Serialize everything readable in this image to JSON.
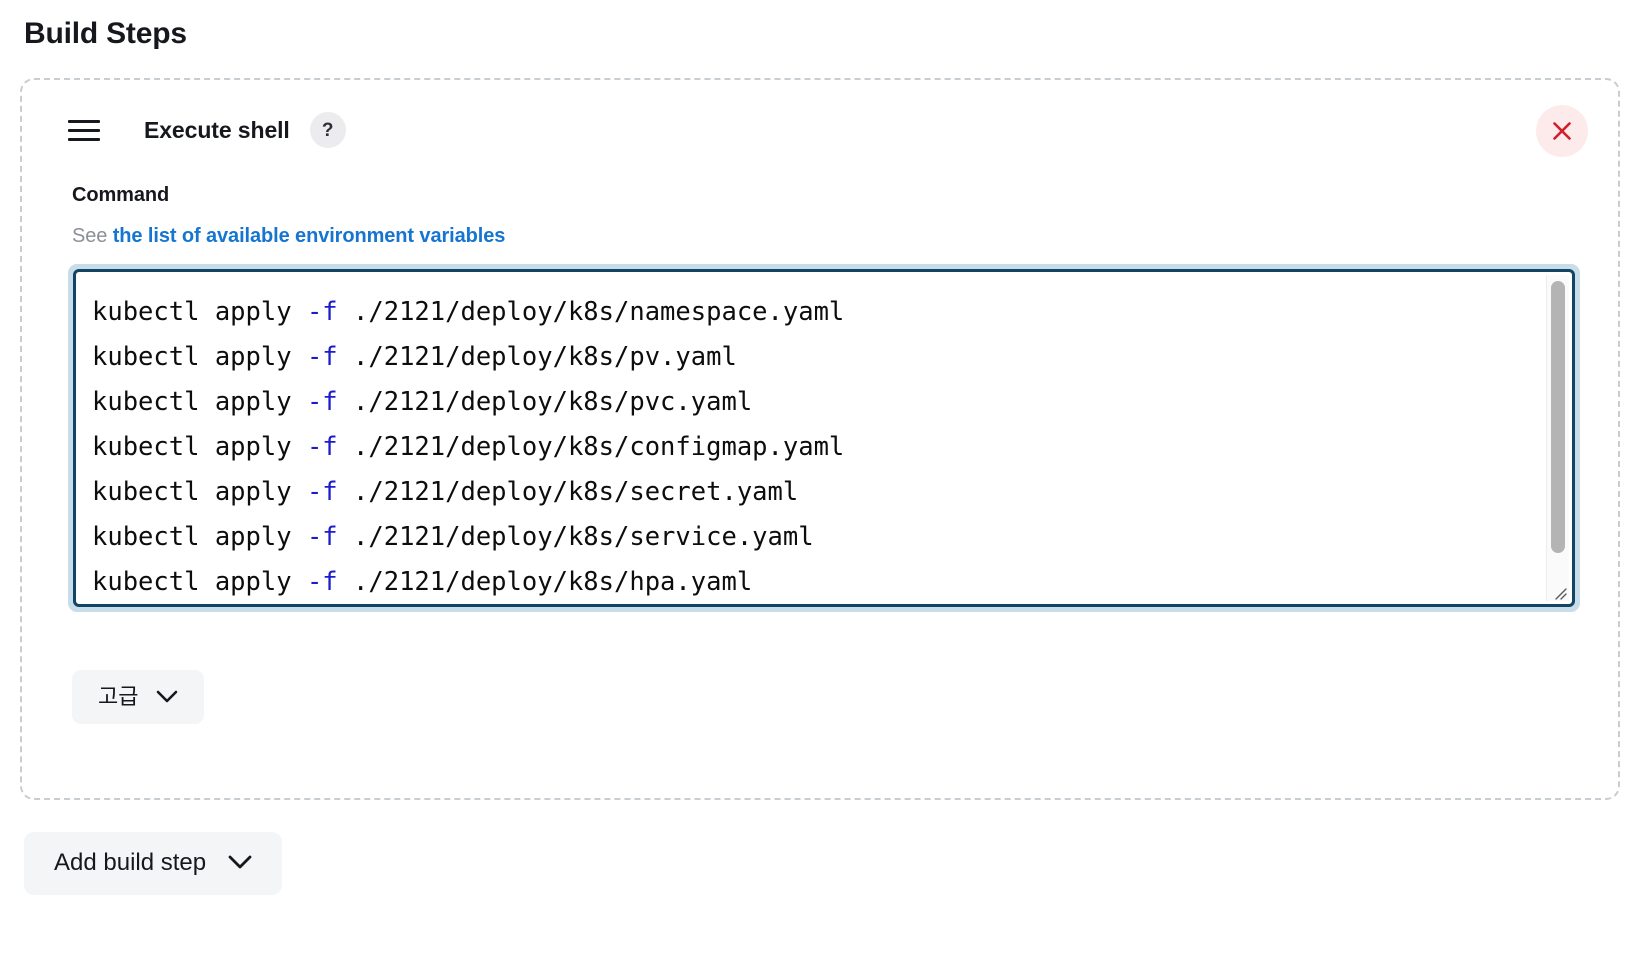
{
  "page": {
    "title": "Build Steps"
  },
  "build_step": {
    "name": "Execute shell",
    "drag_handle_icon": "hamburger-drag-icon",
    "help_icon": "question-mark-icon",
    "help_label": "?",
    "close_icon": "close-x-icon",
    "close_color": "#cf1f2e",
    "close_bg": "#fdebec",
    "command": {
      "label": "Command",
      "help_prefix": "See ",
      "help_link_text": "the list of available environment variables",
      "link_color": "#1675d1",
      "flag_color": "#1c1ccc",
      "lines": [
        {
          "prefix": "kubectl apply ",
          "flag": "-f",
          "suffix": " ./2121/deploy/k8s/namespace.yaml"
        },
        {
          "prefix": "kubectl apply ",
          "flag": "-f",
          "suffix": " ./2121/deploy/k8s/pv.yaml"
        },
        {
          "prefix": "kubectl apply ",
          "flag": "-f",
          "suffix": " ./2121/deploy/k8s/pvc.yaml"
        },
        {
          "prefix": "kubectl apply ",
          "flag": "-f",
          "suffix": " ./2121/deploy/k8s/configmap.yaml"
        },
        {
          "prefix": "kubectl apply ",
          "flag": "-f",
          "suffix": " ./2121/deploy/k8s/secret.yaml"
        },
        {
          "prefix": "kubectl apply ",
          "flag": "-f",
          "suffix": " ./2121/deploy/k8s/service.yaml"
        },
        {
          "prefix": "kubectl apply ",
          "flag": "-f",
          "suffix": " ./2121/deploy/k8s/hpa.yaml"
        }
      ]
    },
    "advanced": {
      "label": "고급",
      "chevron_icon": "chevron-down-icon"
    }
  },
  "footer": {
    "add_build_step": {
      "label": "Add build step",
      "chevron_icon": "chevron-down-icon"
    }
  }
}
